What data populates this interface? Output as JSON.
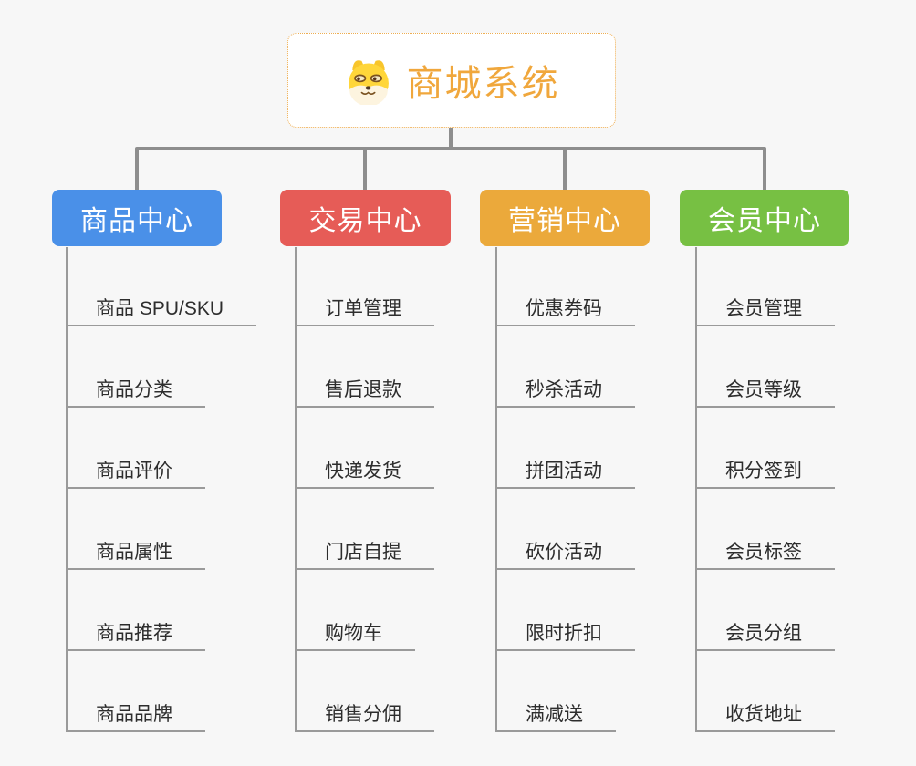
{
  "root": {
    "title": "商城系统",
    "icon": "doge-icon"
  },
  "colors": {
    "background": "#f7f7f7",
    "connector": "#8e8e8e",
    "line": "#9a9a9a",
    "text": "#2d2d2d",
    "root_title": "#f0a73c",
    "root_border": "#eeae52"
  },
  "branches": [
    {
      "label": "商品中心",
      "color": "#4a90e8",
      "items": [
        "商品 SPU/SKU",
        "商品分类",
        "商品评价",
        "商品属性",
        "商品推荐",
        "商品品牌"
      ]
    },
    {
      "label": "交易中心",
      "color": "#e65c57",
      "items": [
        "订单管理",
        "售后退款",
        "快递发货",
        "门店自提",
        "购物车",
        "销售分佣"
      ]
    },
    {
      "label": "营销中心",
      "color": "#eba93b",
      "items": [
        "优惠券码",
        "秒杀活动",
        "拼团活动",
        "砍价活动",
        "限时折扣",
        "满减送"
      ]
    },
    {
      "label": "会员中心",
      "color": "#77c043",
      "items": [
        "会员管理",
        "会员等级",
        "积分签到",
        "会员标签",
        "会员分组",
        "收货地址"
      ]
    }
  ]
}
